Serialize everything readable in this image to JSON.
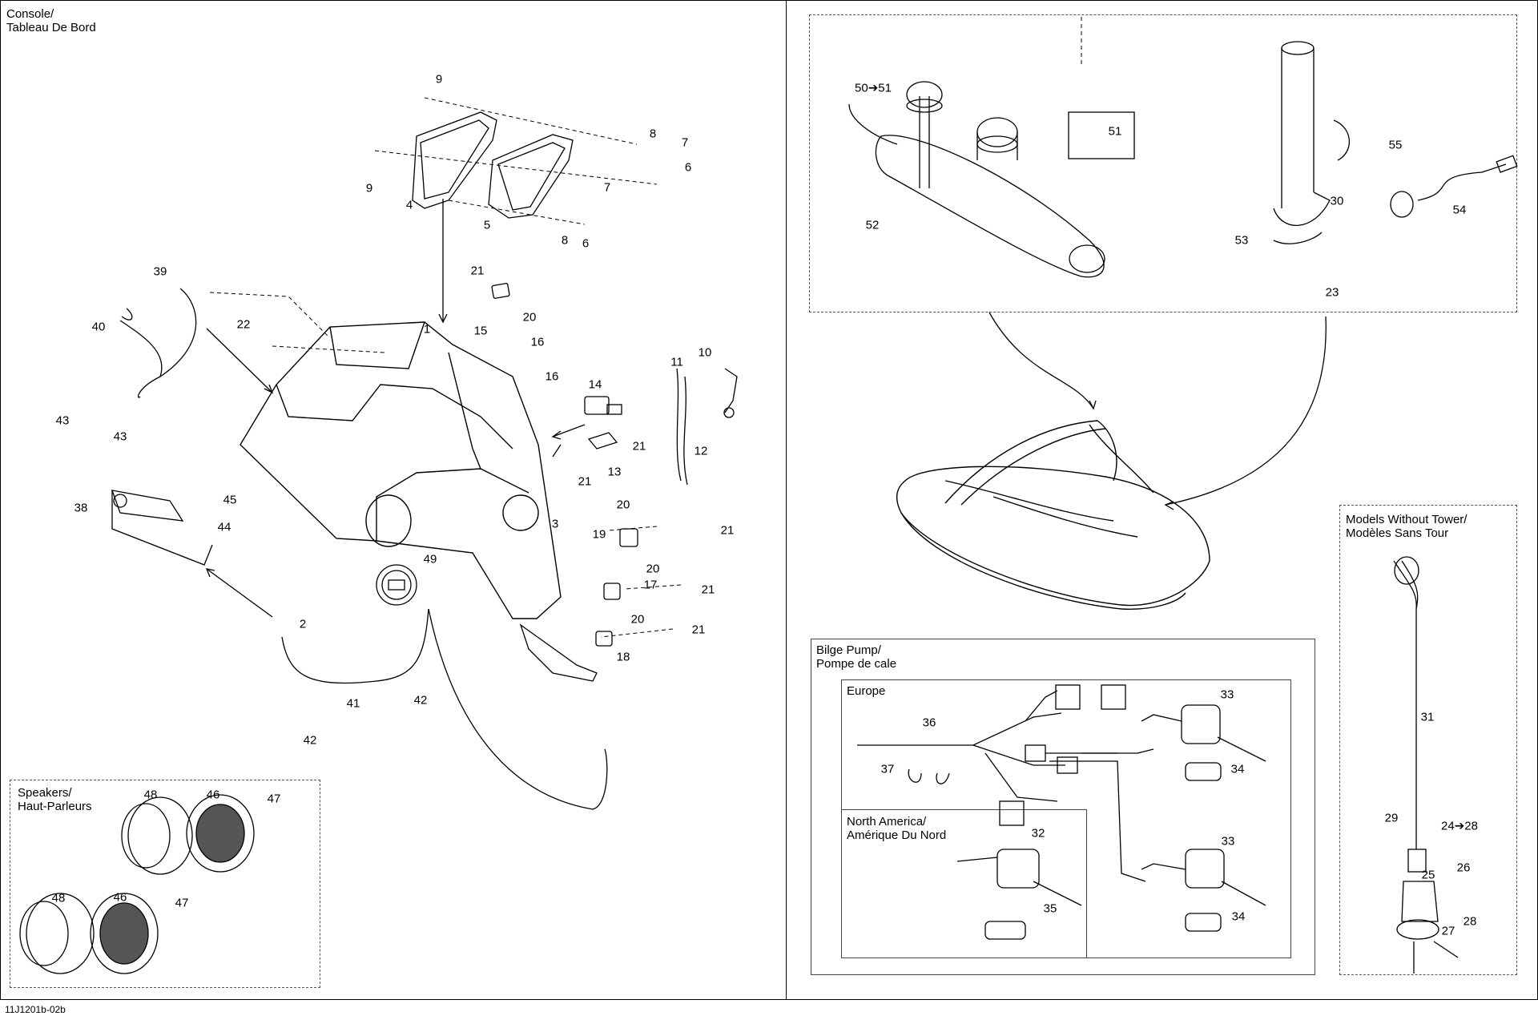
{
  "sections": {
    "console": "Console/\nTableau De Bord",
    "speakers": "Speakers/\nHaut-Parleurs",
    "bilge": "Bilge Pump/\nPompe de cale",
    "europe": "Europe",
    "north_america": "North America/\nAmérique Du Nord",
    "no_tower": "Models Without Tower/\nModèles Sans Tour"
  },
  "drawing_code": "11J1201b-02b",
  "callouts": {
    "c1": "1",
    "c2": "2",
    "c3": "3",
    "c4": "4",
    "c5": "5",
    "c6a": "6",
    "c6b": "6",
    "c7a": "7",
    "c7b": "7",
    "c8a": "8",
    "c8b": "8",
    "c9a": "9",
    "c9b": "9",
    "c10": "10",
    "c11": "11",
    "c12": "12",
    "c13": "13",
    "c14": "14",
    "c15": "15",
    "c16a": "16",
    "c16b": "16",
    "c17": "17",
    "c18": "18",
    "c19": "19",
    "c20a": "20",
    "c20b": "20",
    "c20c": "20",
    "c20d": "20",
    "c21a": "21",
    "c21b": "21",
    "c21c": "21",
    "c21d": "21",
    "c21e": "21",
    "c21f": "21",
    "c22": "22",
    "c23": "23",
    "c24_28": "24➔28",
    "c25": "25",
    "c26": "26",
    "c27": "27",
    "c28": "28",
    "c29": "29",
    "c30": "30",
    "c31": "31",
    "c32": "32",
    "c33a": "33",
    "c33b": "33",
    "c34a": "34",
    "c34b": "34",
    "c35": "35",
    "c36": "36",
    "c37": "37",
    "c38": "38",
    "c39": "39",
    "c40": "40",
    "c41": "41",
    "c42a": "42",
    "c42b": "42",
    "c43a": "43",
    "c43b": "43",
    "c44": "44",
    "c45": "45",
    "c46a": "46",
    "c46b": "46",
    "c47a": "47",
    "c47b": "47",
    "c48a": "48",
    "c48b": "48",
    "c49": "49",
    "c50_51": "50➔51",
    "c51": "51",
    "c52": "52",
    "c53": "53",
    "c54": "54",
    "c55": "55"
  }
}
